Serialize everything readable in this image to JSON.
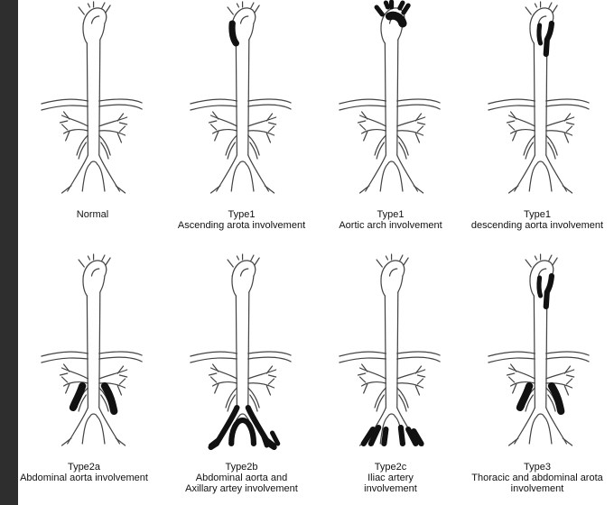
{
  "panels": [
    {
      "lines": [
        "Normal"
      ],
      "lesions": []
    },
    {
      "lines": [
        "Type1",
        "Ascending arota involvement"
      ],
      "lesions": [
        "ascending"
      ]
    },
    {
      "lines": [
        "Type1",
        "Aortic arch involvement"
      ],
      "lesions": [
        "arch"
      ]
    },
    {
      "lines": [
        "Type1",
        "descending aorta involvement"
      ],
      "lesions": [
        "descending"
      ]
    },
    {
      "lines": [
        "Type2a",
        "Abdominal aorta involvement"
      ],
      "lesions": [
        "abdominal"
      ]
    },
    {
      "lines": [
        "Type2b",
        "Abdominal aorta and",
        "Axillary artey involvement"
      ],
      "lesions": [
        "iliac-full"
      ]
    },
    {
      "lines": [
        "Type2c",
        "Iliac artery",
        "involvement"
      ],
      "lesions": [
        "iliac"
      ]
    },
    {
      "lines": [
        "Type3",
        "Thoracic and abdominal arota",
        "involvement"
      ],
      "lesions": [
        "descending",
        "abdominal"
      ]
    }
  ],
  "colors": {
    "vessel": "#444444",
    "lesion": "#111111",
    "background": "#ffffff"
  }
}
